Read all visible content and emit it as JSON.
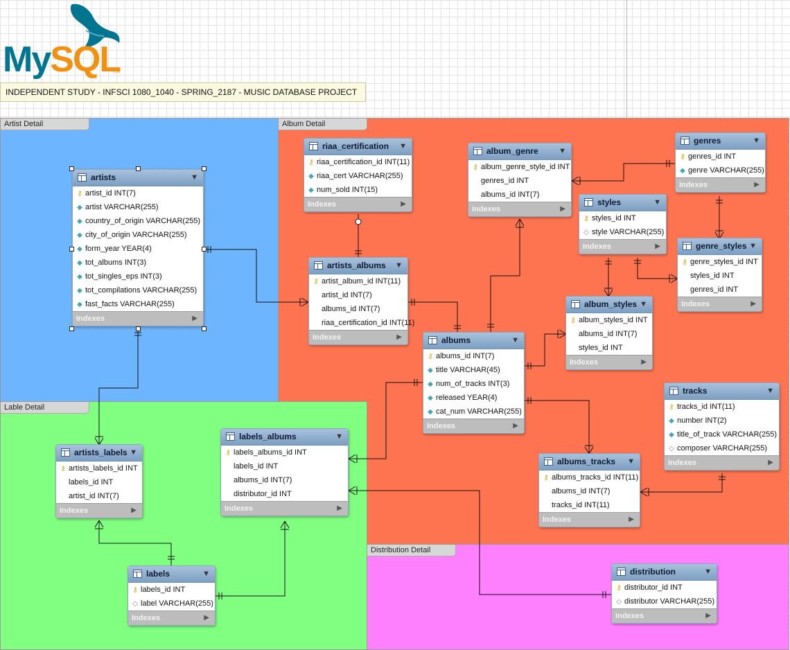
{
  "logo": {
    "word_my": "My",
    "word_sql": "SQL",
    "tm": "TM"
  },
  "project_title": "INDEPENDENT STUDY - INFSCI 1080_1040 - SPRING_2187 - MUSIC DATABASE PROJECT",
  "regions": {
    "artist": {
      "label": "Artist Detail",
      "color": "#6db6ff"
    },
    "album": {
      "label": "Album Detail",
      "color": "#ff7450"
    },
    "lable": {
      "label": "Lable Detail",
      "color": "#80ff80"
    },
    "distribution": {
      "label": "Distribution Detail",
      "color": "#ff80ff"
    }
  },
  "indexes_label": "Indexes",
  "tables": {
    "artists": {
      "name": "artists",
      "columns": [
        {
          "icon": "key",
          "text": "artist_id INT(7)"
        },
        {
          "icon": "diamond",
          "text": "artist VARCHAR(255)"
        },
        {
          "icon": "diamond",
          "text": "country_of_origin VARCHAR(255)"
        },
        {
          "icon": "diamond",
          "text": "city_of_origin VARCHAR(255)"
        },
        {
          "icon": "diamond",
          "text": "form_year YEAR(4)"
        },
        {
          "icon": "diamond",
          "text": "tot_albums INT(3)"
        },
        {
          "icon": "diamond",
          "text": "tot_singles_eps INT(3)"
        },
        {
          "icon": "diamond",
          "text": "tot_compilations VARCHAR(255)"
        },
        {
          "icon": "diamond",
          "text": "fast_facts VARCHAR(255)"
        }
      ]
    },
    "riaa_certification": {
      "name": "riaa_certification",
      "columns": [
        {
          "icon": "key",
          "text": "riaa_certification_id INT(11)"
        },
        {
          "icon": "diamond",
          "text": "riaa_cert VARCHAR(255)"
        },
        {
          "icon": "diamond",
          "text": "num_sold INT(15)"
        }
      ]
    },
    "artists_albums": {
      "name": "artists_albums",
      "columns": [
        {
          "icon": "key",
          "text": "artist_album_id INT(11)"
        },
        {
          "icon": "none",
          "text": "artist_id INT(7)"
        },
        {
          "icon": "none",
          "text": "albums_id INT(7)"
        },
        {
          "icon": "none",
          "text": "riaa_certification_id INT(11)"
        }
      ]
    },
    "album_genre": {
      "name": "album_genre",
      "columns": [
        {
          "icon": "key",
          "text": "album_genre_style_id INT"
        },
        {
          "icon": "none",
          "text": "genres_id INT"
        },
        {
          "icon": "none",
          "text": "albums_id INT(7)"
        }
      ]
    },
    "genres": {
      "name": "genres",
      "columns": [
        {
          "icon": "key",
          "text": "genres_id INT"
        },
        {
          "icon": "diamond",
          "text": "genre VARCHAR(255)"
        }
      ]
    },
    "styles": {
      "name": "styles",
      "columns": [
        {
          "icon": "key",
          "text": "styles_id INT"
        },
        {
          "icon": "diamond-o",
          "text": "style VARCHAR(255)"
        }
      ]
    },
    "genre_styles": {
      "name": "genre_styles",
      "columns": [
        {
          "icon": "key",
          "text": "genre_styles_id INT"
        },
        {
          "icon": "none",
          "text": "styles_id INT"
        },
        {
          "icon": "none",
          "text": "genres_id INT"
        }
      ]
    },
    "album_styles": {
      "name": "album_styles",
      "columns": [
        {
          "icon": "key",
          "text": "album_styles_id INT"
        },
        {
          "icon": "none",
          "text": "albums_id INT(7)"
        },
        {
          "icon": "none",
          "text": "styles_id INT"
        }
      ]
    },
    "albums": {
      "name": "albums",
      "columns": [
        {
          "icon": "key",
          "text": "albums_id INT(7)"
        },
        {
          "icon": "diamond",
          "text": "title VARCHAR(45)"
        },
        {
          "icon": "diamond",
          "text": "num_of_tracks INT(3)"
        },
        {
          "icon": "diamond",
          "text": "released YEAR(4)"
        },
        {
          "icon": "diamond",
          "text": "cat_num VARCHAR(255)"
        }
      ]
    },
    "tracks": {
      "name": "tracks",
      "columns": [
        {
          "icon": "key",
          "text": "tracks_id INT(11)"
        },
        {
          "icon": "diamond",
          "text": "number INT(2)"
        },
        {
          "icon": "diamond",
          "text": "title_of_track VARCHAR(255)"
        },
        {
          "icon": "diamond-o",
          "text": "composer VARCHAR(255)"
        }
      ]
    },
    "albums_tracks": {
      "name": "albums_tracks",
      "columns": [
        {
          "icon": "key",
          "text": "albums_tracks_id INT(11)"
        },
        {
          "icon": "none",
          "text": "albums_id INT(7)"
        },
        {
          "icon": "none",
          "text": "tracks_id INT(11)"
        }
      ]
    },
    "artists_labels": {
      "name": "artists_labels",
      "columns": [
        {
          "icon": "key",
          "text": "artists_labels_id INT"
        },
        {
          "icon": "none",
          "text": "labels_id INT"
        },
        {
          "icon": "none",
          "text": "artist_id INT(7)"
        }
      ]
    },
    "labels_albums": {
      "name": "labels_albums",
      "columns": [
        {
          "icon": "key",
          "text": "labels_albums_id INT"
        },
        {
          "icon": "none",
          "text": "labels_id INT"
        },
        {
          "icon": "none",
          "text": "albums_id INT(7)"
        },
        {
          "icon": "none",
          "text": "distributor_id INT"
        }
      ]
    },
    "labels": {
      "name": "labels",
      "columns": [
        {
          "icon": "key",
          "text": "labels_id INT"
        },
        {
          "icon": "diamond-o",
          "text": "label VARCHAR(255)"
        }
      ]
    },
    "distribution": {
      "name": "distribution",
      "columns": [
        {
          "icon": "key",
          "text": "distributor_id INT"
        },
        {
          "icon": "diamond-o",
          "text": "distributor VARCHAR(255)"
        }
      ]
    }
  }
}
